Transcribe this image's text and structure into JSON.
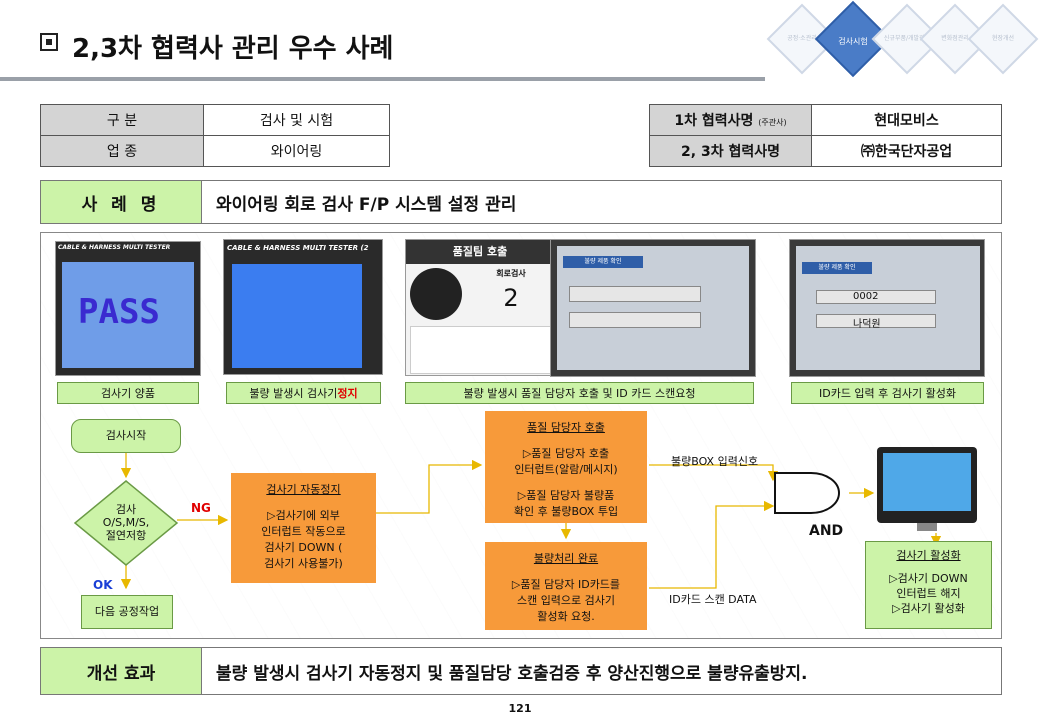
{
  "header": {
    "title": "2,3차 협력사 관리 우수 사례",
    "nav": [
      "공정·소관리",
      "검사시험",
      "신규부품/개발관리",
      "변화점관리",
      "현장개선"
    ]
  },
  "info": {
    "r1": {
      "k1": "구   분",
      "v1": "검사 및 시험",
      "k2": "1차 협력사명",
      "k2_note": "(주관사)",
      "v2": "현대모비스"
    },
    "r2": {
      "k1": "업   종",
      "v1": "와이어링",
      "k2": "2, 3차 협력사명",
      "v2": "㈜한국단자공업"
    }
  },
  "case": {
    "label": "사 례 명",
    "text": "와이어링 회로 검사 F/P 시스템 설정 관리"
  },
  "photos": {
    "p1_header": "CABLE & HARNESS MULTI TESTER",
    "p1_main": "PASS",
    "p2_header": "CABLE & HARNESS MULTI TESTER (2",
    "p3_title": "품질팀 호출",
    "p3_sub": "회로검사",
    "p3_num": "2",
    "p4_tab": "불량 제품 확인",
    "p5_tab": "불량 제품 확인",
    "p5_value": "0002",
    "p5_name": "나덕원"
  },
  "captions": {
    "c1": "검사기 양품",
    "c2_pre": "불량 발생시 검사기 ",
    "c2_red": "정지",
    "c3": "불량 발생시 품질 담당자 호출 및 ID 카드 스캔요청",
    "c4": "ID카드 입력 후 검사기 활성화"
  },
  "flow": {
    "start": "검사시작",
    "diamond": [
      "검사",
      "O/S,M/S,",
      "절연저항"
    ],
    "ng": "NG",
    "ok": "OK",
    "next": "다음 공정작업",
    "stop_title": "검사기 자동정지",
    "stop_body": [
      "▷검사기에 외부",
      "인터럽트 작동으로",
      "검사기 DOWN (",
      "검사기 사용불가)"
    ],
    "call_title": "품질 담당자 호출",
    "call_body": [
      "▷품질 담당자 호출",
      "인터럽트(알람/메시지)",
      "",
      "▷품질 담당자 불량품",
      "확인 후 불량BOX 투입"
    ],
    "done_title": "불량처리 완료",
    "done_body": [
      "▷품질 담당자 ID카드를",
      "스캔 입력으로 검사기",
      "활성화 요청."
    ],
    "sig1": "불량BOX 입력신호",
    "sig2": "ID카드 스캔 DATA",
    "and": "AND",
    "act_title": "검사기 활성화",
    "act_body": [
      "▷검사기 DOWN",
      "인터럽트 해지",
      "▷검사기 활성화"
    ]
  },
  "effect": {
    "label": "개선 효과",
    "text": "불량 발생시 검사기 자동정지 및 품질담당 호출검증 후 양산진행으로 불량유출방지."
  },
  "page_number": "121",
  "colors": {
    "green": "#ccf3a8",
    "orange": "#f79a3a",
    "red": "#e00000",
    "blue": "#1a3fd6",
    "accent": "#4a7cc7"
  }
}
